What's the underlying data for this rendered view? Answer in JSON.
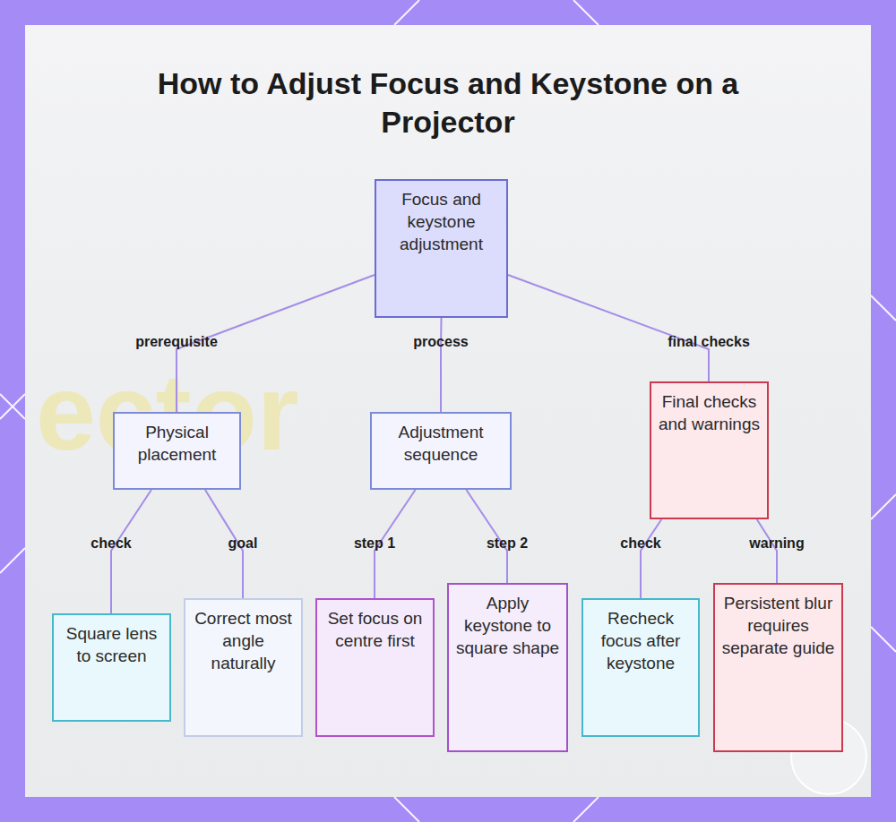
{
  "diagram": {
    "title": "How to Adjust Focus and Keystone on a Projector",
    "nodes": [
      {
        "text": [
          "Focus and keystone adjustment"
        ]
      },
      {
        "text": [
          "Physical placement"
        ]
      },
      {
        "text": [
          "Adjustment sequence"
        ]
      },
      {
        "text": [
          "Final checks and warnings"
        ]
      },
      {
        "text": [
          "Square lens to screen"
        ]
      },
      {
        "text": [
          "Correct most angle naturally"
        ]
      },
      {
        "text": [
          "Set focus on centre first"
        ]
      },
      {
        "text": [
          "Apply keystone to square shape"
        ]
      },
      {
        "text": [
          "Recheck focus after keystone"
        ]
      },
      {
        "text": [
          "Persistent blur requires separate guide"
        ]
      }
    ],
    "edges": [
      {
        "from": 0,
        "to": 1,
        "label": "prerequisite",
        "arrow": "none"
      },
      {
        "from": 0,
        "to": 2,
        "label": "process",
        "arrow": "none"
      },
      {
        "from": 0,
        "to": 3,
        "label": "final checks",
        "arrow": "none"
      },
      {
        "from": 1,
        "to": 4,
        "label": "check",
        "arrow": "none"
      },
      {
        "from": 1,
        "to": 5,
        "label": "goal",
        "arrow": "none"
      },
      {
        "from": 2,
        "to": 6,
        "label": "step 1",
        "arrow": "none"
      },
      {
        "from": 2,
        "to": 7,
        "label": "step 2",
        "arrow": "none"
      },
      {
        "from": 3,
        "to": 8,
        "label": "check",
        "arrow": "none"
      },
      {
        "from": 3,
        "to": 9,
        "label": "warning",
        "arrow": "none"
      }
    ],
    "labels": [
      "ector"
    ]
  }
}
